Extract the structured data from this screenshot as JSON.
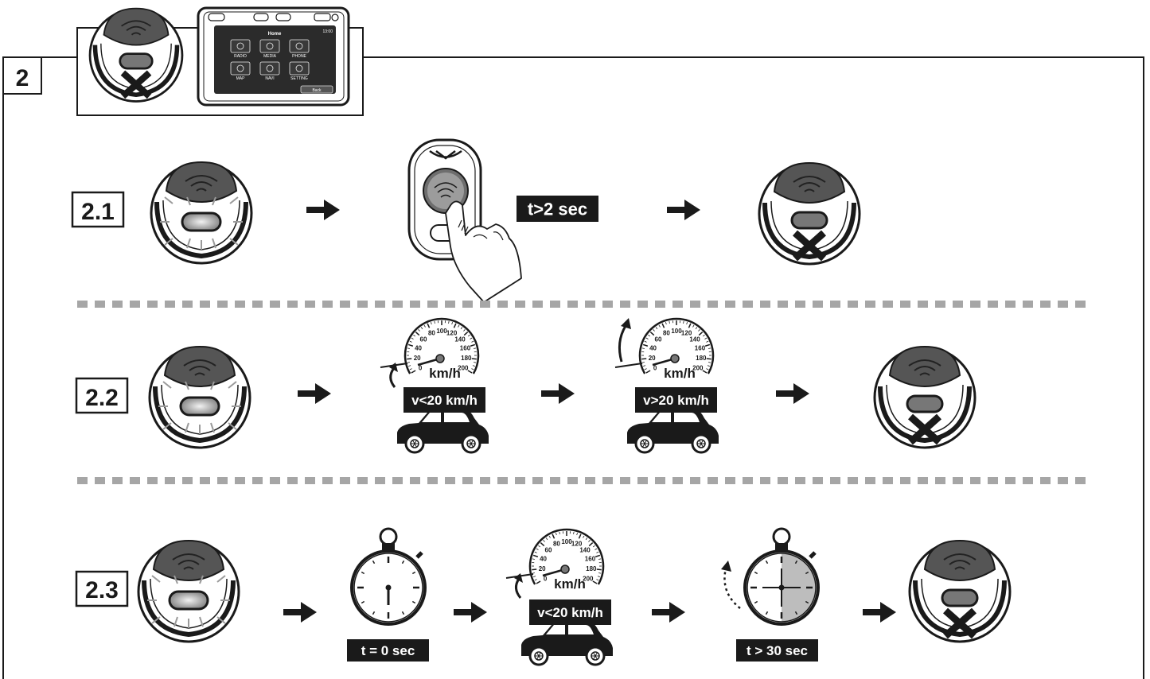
{
  "frame": {
    "number": "2"
  },
  "header_screen": {
    "title": "Home",
    "clock": "13:00",
    "tiles": [
      "RADIO",
      "MEDIA",
      "PHONE",
      "MAP",
      "NAVI",
      "SETTING"
    ],
    "back_label": "Back"
  },
  "steps": [
    {
      "label": "2.1",
      "condition": "t>2 sec"
    },
    {
      "label": "2.2",
      "condition_low": "v<20 km/h",
      "condition_high": "v>20 km/h",
      "speed_unit": "km/h"
    },
    {
      "label": "2.3",
      "timer_start": "t = 0 sec",
      "condition_low": "v<20 km/h",
      "timer_end": "t > 30 sec",
      "speed_unit": "km/h"
    }
  ],
  "speedometer_ticks": [
    "0",
    "20",
    "40",
    "60",
    "80",
    "100",
    "120",
    "140",
    "160",
    "180",
    "200"
  ],
  "colors": {
    "ink": "#1a1a1a",
    "label_bg": "#1a1a1a",
    "label_text": "#ffffff",
    "separator": "#a6a6a6",
    "lamp_dark": "#555555",
    "stopwatch_shade": "#bdbdbd"
  }
}
